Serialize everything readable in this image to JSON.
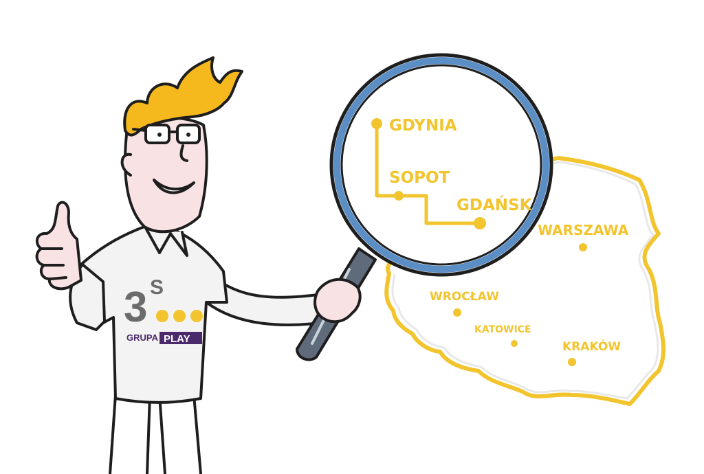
{
  "colors": {
    "accent_yellow": "#f2c42d",
    "map_outline": "#f2c42d",
    "hair": "#f5b91e",
    "skin": "#f9e2e4",
    "shirt": "#f3f3f3",
    "outline": "#1e1e1e",
    "lens_rim": "#5b8ec4",
    "logo_grey": "#6b6b6b",
    "logo_purple": "#4b2a6b"
  },
  "logo": {
    "number": "3",
    "superscript": "S",
    "group_label": "GRUPA",
    "brand_label": "PLAY"
  },
  "magnifier": {
    "cities": [
      "GDYNIA",
      "SOPOT",
      "GDAŃSK"
    ]
  },
  "map": {
    "cities": [
      "WARSZAWA",
      "WROCŁAW",
      "KATOWICE",
      "KRAKÓW"
    ]
  },
  "icons": [
    "thumbs-up-icon",
    "magnifying-glass-icon",
    "poland-map-icon"
  ]
}
